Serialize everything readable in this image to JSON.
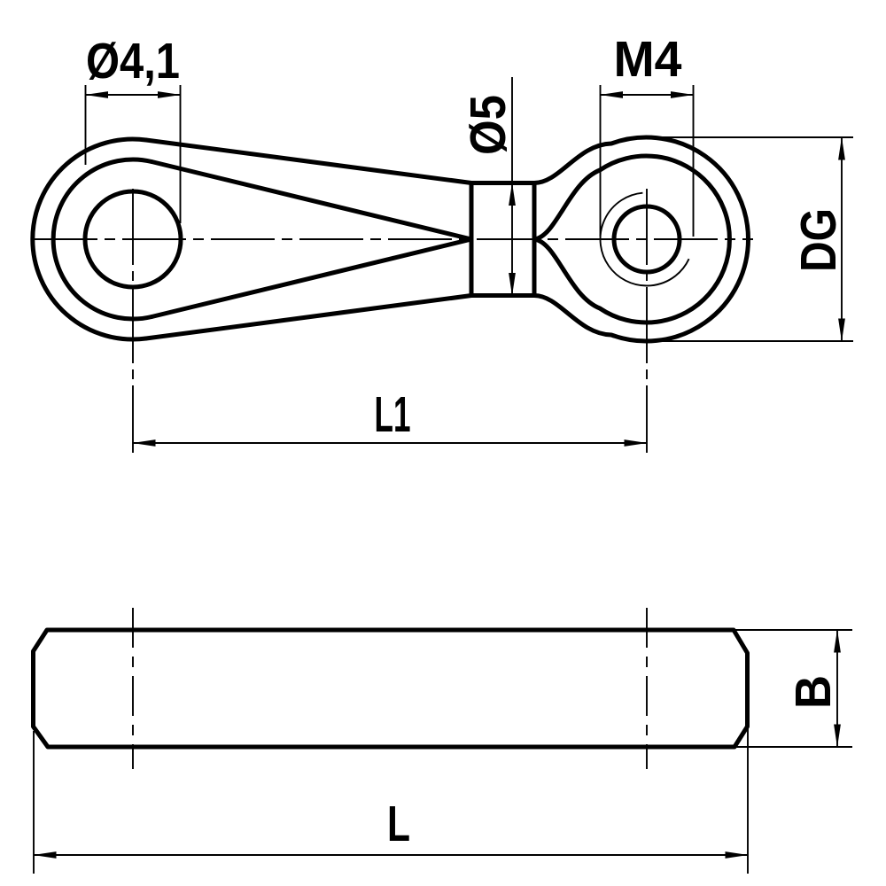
{
  "drawing": {
    "colors": {
      "line": "#000000",
      "background": "#ffffff"
    },
    "top_view": {
      "dim_hole_left": "Ø4,1",
      "dim_thread_right": "M4",
      "dim_neck_diameter": "Ø5",
      "dim_boss_diameter": "DG",
      "dim_center_distance": "L1"
    },
    "front_view": {
      "dim_thickness": "B",
      "dim_overall_length": "L"
    }
  }
}
